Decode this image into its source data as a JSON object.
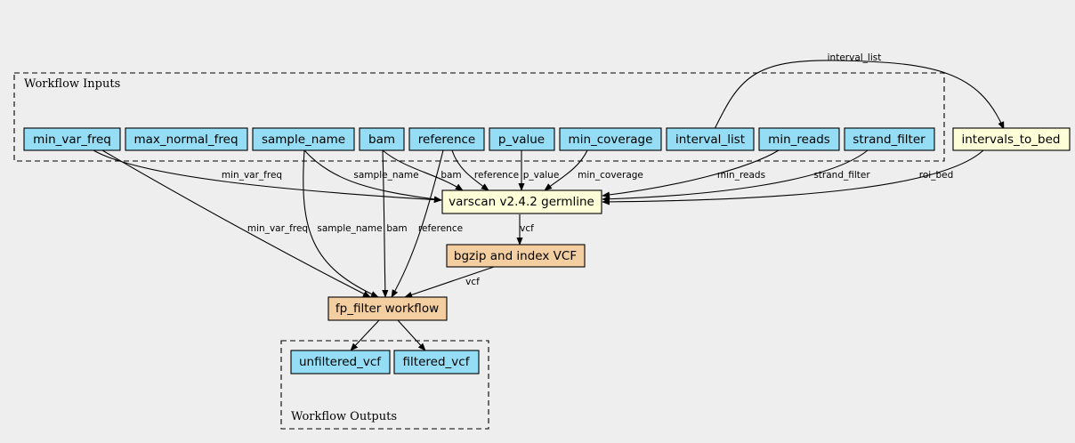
{
  "clusters": {
    "inputs": {
      "label": "Workflow Inputs"
    },
    "outputs": {
      "label": "Workflow Outputs"
    }
  },
  "colors": {
    "input_output": "#94ddf4",
    "tool": "#fdfdd8",
    "subworkflow": "#f3cea1",
    "background": "#eeeeee"
  },
  "nodes": {
    "min_var_freq": "min_var_freq",
    "max_normal_freq": "max_normal_freq",
    "sample_name": "sample_name",
    "bam": "bam",
    "reference": "reference",
    "p_value": "p_value",
    "min_coverage": "min_coverage",
    "interval_list": "interval_list",
    "min_reads": "min_reads",
    "strand_filter": "strand_filter",
    "intervals_to_bed": "intervals_to_bed",
    "varscan": "varscan v2.4.2 germline",
    "bgzip": "bgzip and index VCF",
    "fp_filter": "fp_filter workflow",
    "unfiltered_vcf": "unfiltered_vcf",
    "filtered_vcf": "filtered_vcf"
  },
  "edge_labels": {
    "interval_list_to_bed": "interval_list",
    "mvf_varscan": "min_var_freq",
    "sn_varscan": "sample_name",
    "bam_varscan": "bam",
    "ref_varscan": "reference",
    "pval_varscan": "p_value",
    "mincov_varscan": "min_coverage",
    "minreads_varscan": "min_reads",
    "strand_varscan": "strand_filter",
    "roi_varscan": "roi_bed",
    "varscan_bgzip": "vcf",
    "bgzip_fp": "vcf",
    "mvf_fp": "min_var_freq",
    "sn_fp": "sample_name",
    "bam_fp": "bam",
    "ref_fp": "reference"
  }
}
